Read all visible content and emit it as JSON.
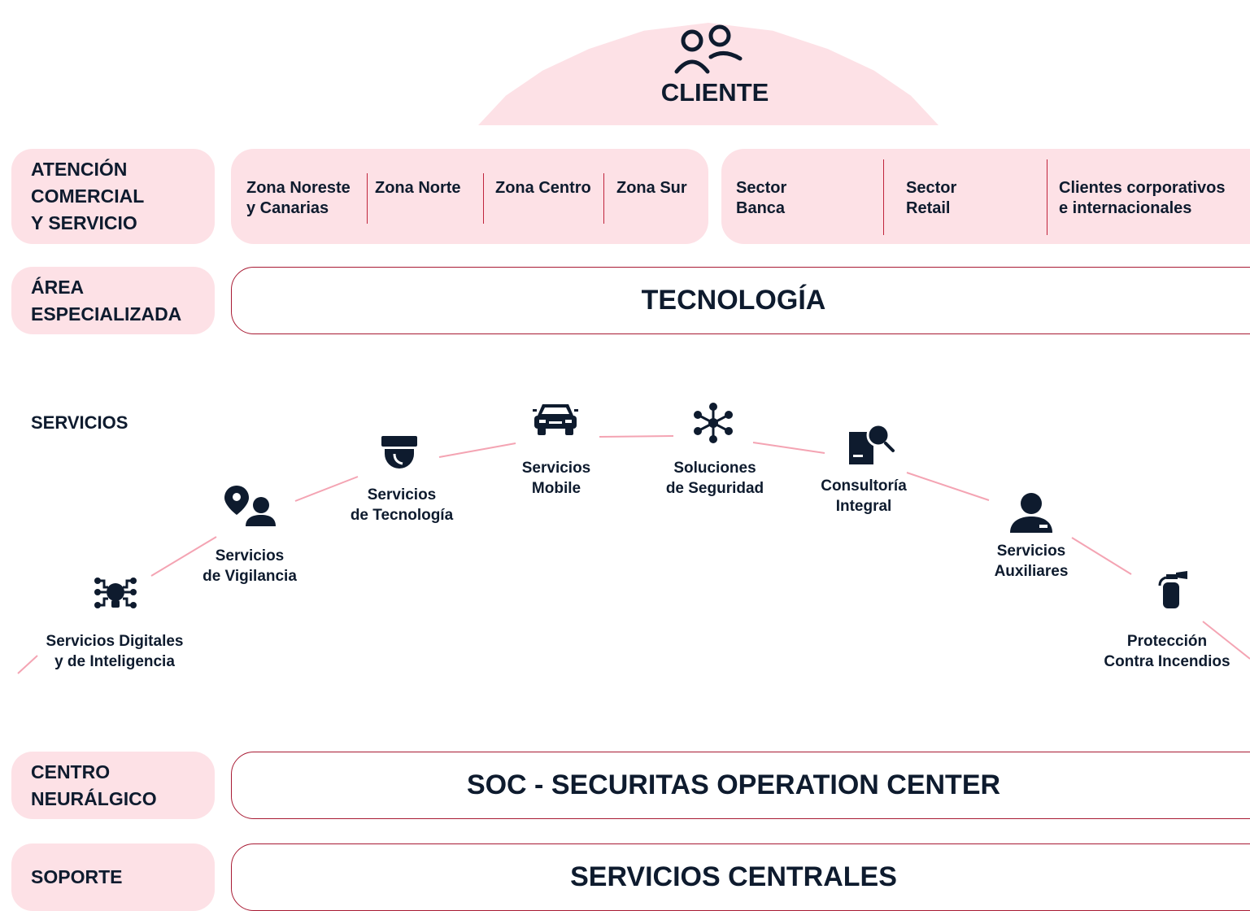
{
  "client": {
    "label": "CLIENTE",
    "icon": "users-icon"
  },
  "rows": {
    "atencion": {
      "label_lines": [
        "ATENCIÓN",
        "COMERCIAL",
        "Y SERVICIO"
      ],
      "zones": [
        {
          "line1": "Zona Noreste",
          "line2": "y Canarias"
        },
        {
          "line1": "Zona Norte",
          "line2": ""
        },
        {
          "line1": "Zona Centro",
          "line2": ""
        },
        {
          "line1": "Zona Sur",
          "line2": ""
        }
      ],
      "sectors": [
        {
          "line1": "Sector",
          "line2": "Banca"
        },
        {
          "line1": "Sector",
          "line2": "Retail"
        },
        {
          "line1": "Clientes corporativos",
          "line2": "e internacionales"
        }
      ]
    },
    "area": {
      "label_lines": [
        "ÁREA",
        "ESPECIALIZADA"
      ],
      "box_text": "TECNOLOGÍA"
    },
    "servicios": {
      "label": "SERVICIOS",
      "items": [
        {
          "line1": "Servicios Digitales",
          "line2": "y de Inteligencia",
          "icon": "digital-bulb-icon"
        },
        {
          "line1": "Servicios",
          "line2": "de Vigilancia",
          "icon": "location-guard-icon"
        },
        {
          "line1": "Servicios",
          "line2": "de Tecnología",
          "icon": "security-camera-icon"
        },
        {
          "line1": "Servicios",
          "line2": "Mobile",
          "icon": "car-icon"
        },
        {
          "line1": "Soluciones",
          "line2": "de Seguridad",
          "icon": "network-nodes-icon"
        },
        {
          "line1": "Consultoría",
          "line2": "Integral",
          "icon": "document-search-icon"
        },
        {
          "line1": "Servicios",
          "line2": "Auxiliares",
          "icon": "person-badge-icon"
        },
        {
          "line1": "Protección",
          "line2": "Contra Incendios",
          "icon": "fire-extinguisher-icon"
        }
      ]
    },
    "centro": {
      "label_lines": [
        "CENTRO",
        "NEURÁLGICO"
      ],
      "box_text": "SOC - SECURITAS OPERATION CENTER"
    },
    "soporte": {
      "label": "SOPORTE",
      "box_text": "SERVICIOS CENTRALES"
    }
  },
  "colors": {
    "pink": "#fde1e6",
    "crimson": "#a81a33",
    "navy": "#0e1b2e",
    "line": "#f4a4b3"
  }
}
